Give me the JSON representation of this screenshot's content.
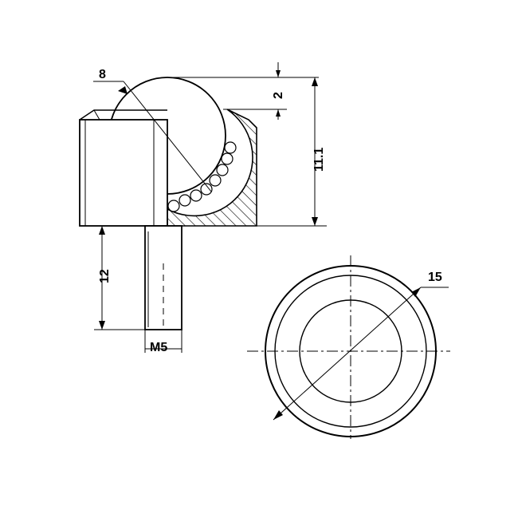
{
  "dimensions": {
    "ball_diameter": "8",
    "top_offset": "2",
    "overall_height": "11.1",
    "stud_length": "12",
    "thread": "M5",
    "outer_diameter": "15"
  },
  "colors": {
    "line": "#000000",
    "ball_fill": "#ffffff",
    "background": "#ffffff"
  }
}
